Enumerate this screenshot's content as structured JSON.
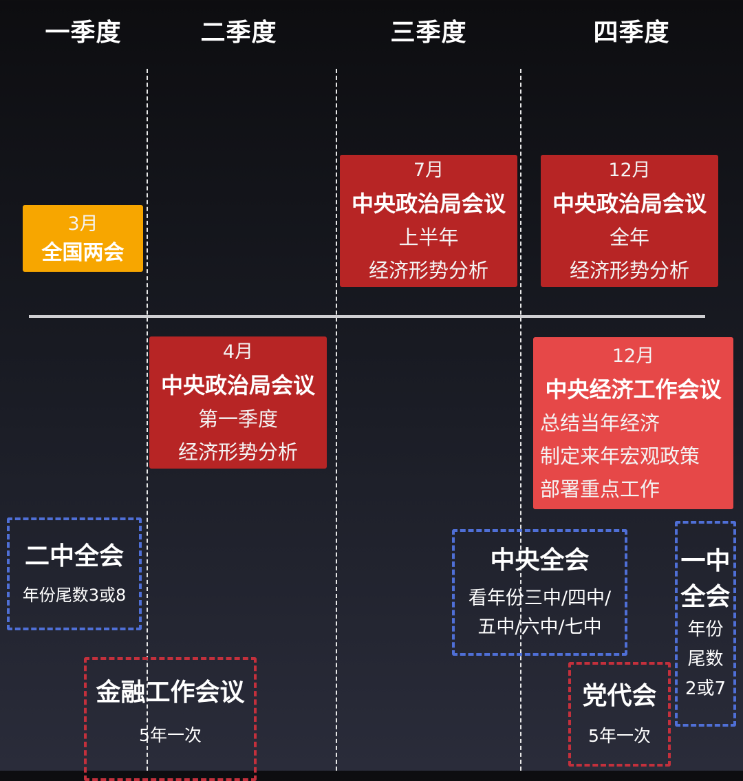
{
  "headers": [
    "一季度",
    "二季度",
    "三季度",
    "四季度"
  ],
  "meetings": {
    "q1_npc": {
      "month": "3月",
      "title": "全国两会"
    },
    "q3_politburo": {
      "month": "7月",
      "title": "中央政治局会议",
      "line1": "上半年",
      "line2": "经济形势分析"
    },
    "q4_politburo": {
      "month": "12月",
      "title": "中央政治局会议",
      "line1": "全年",
      "line2": "经济形势分析"
    },
    "q2_politburo": {
      "month": "4月",
      "title": "中央政治局会议",
      "line1": "第一季度",
      "line2": "经济形势分析"
    },
    "q4_econ": {
      "month": "12月",
      "title": "中央经济工作会议",
      "lines": [
        "总结当年经济",
        "制定来年宏观政策",
        "部署重点工作"
      ]
    },
    "second_plenum": {
      "title": "二中全会",
      "note": "年份尾数3或8"
    },
    "finance_conf": {
      "title": "金融工作会议",
      "note": "5年一次"
    },
    "central_plenum": {
      "title": "中央全会",
      "note1": "看年份三中/四中/",
      "note2": "五中/六中/七中"
    },
    "party_congress": {
      "title": "党代会",
      "note": "5年一次"
    },
    "first_plenum": {
      "title1": "一中",
      "title2": "全会",
      "note1": "年份",
      "note2": "尾数",
      "note3": "2或7"
    }
  },
  "colors": {
    "dark_red": "#b72525",
    "light_red": "#e64848",
    "orange": "#f7a600",
    "blue_dash": "#4f6fd6",
    "red_dash": "#c3303c"
  }
}
